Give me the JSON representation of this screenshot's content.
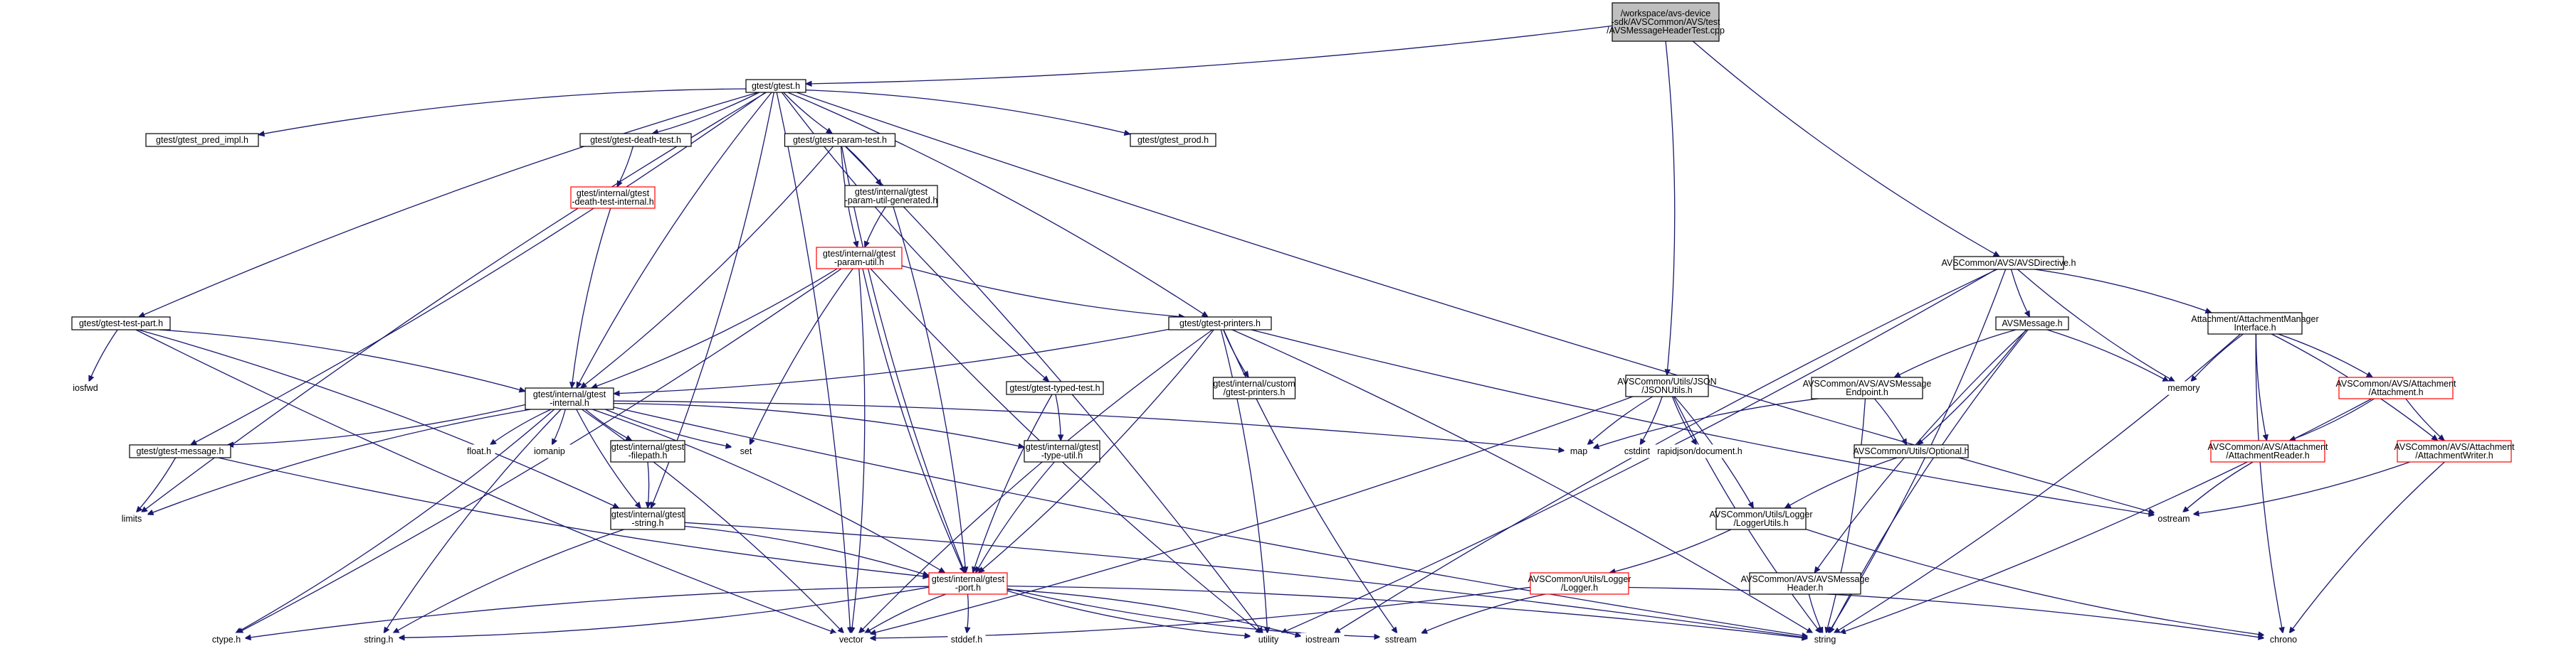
{
  "graph": {
    "root": "n0",
    "colors": {
      "edge": "#191970",
      "highlight_border": "#ff0000",
      "root_fill": "#bfbfbf"
    },
    "nodes": [
      {
        "id": "n0",
        "lines": [
          "/workspace/avs-device",
          "-sdk/AVSCommon/AVS/test",
          "/AVSMessageHeaderTest.cpp"
        ],
        "style": "root"
      },
      {
        "id": "n1",
        "lines": [
          "gtest/gtest.h"
        ],
        "style": "box"
      },
      {
        "id": "n2",
        "lines": [
          "AVSCommon/AVS/AVSDirective.h"
        ],
        "style": "box"
      },
      {
        "id": "n3",
        "lines": [
          "AVSCommon/Utils/JSON",
          "/JSONUtils.h"
        ],
        "style": "box"
      },
      {
        "id": "n4",
        "lines": [
          "gtest/gtest_pred_impl.h"
        ],
        "style": "box"
      },
      {
        "id": "n5",
        "lines": [
          "gtest/gtest-death-test.h"
        ],
        "style": "box"
      },
      {
        "id": "n6",
        "lines": [
          "gtest/gtest-param-test.h"
        ],
        "style": "box"
      },
      {
        "id": "n7",
        "lines": [
          "gtest/gtest_prod.h"
        ],
        "style": "box"
      },
      {
        "id": "n8",
        "lines": [
          "gtest/internal/gtest",
          "-death-test-internal.h"
        ],
        "style": "red"
      },
      {
        "id": "n9",
        "lines": [
          "gtest/internal/gtest",
          "-param-util-generated.h"
        ],
        "style": "box"
      },
      {
        "id": "n10",
        "lines": [
          "gtest/internal/gtest",
          "-param-util.h"
        ],
        "style": "red"
      },
      {
        "id": "n11",
        "lines": [
          "gtest/gtest-test-part.h"
        ],
        "style": "box"
      },
      {
        "id": "n12",
        "lines": [
          "gtest/gtest-printers.h"
        ],
        "style": "box"
      },
      {
        "id": "n13",
        "lines": [
          "gtest/internal/gtest",
          "-internal.h"
        ],
        "style": "box"
      },
      {
        "id": "n14",
        "lines": [
          "gtest/gtest-typed-test.h"
        ],
        "style": "box"
      },
      {
        "id": "n15",
        "lines": [
          "gtest/internal/custom",
          "/gtest-printers.h"
        ],
        "style": "box"
      },
      {
        "id": "n16",
        "lines": [
          "gtest/gtest-message.h"
        ],
        "style": "box"
      },
      {
        "id": "n17",
        "lines": [
          "gtest/internal/gtest",
          "-filepath.h"
        ],
        "style": "box"
      },
      {
        "id": "n18",
        "lines": [
          "gtest/internal/gtest",
          "-type-util.h"
        ],
        "style": "box"
      },
      {
        "id": "n19",
        "lines": [
          "gtest/internal/gtest",
          "-string.h"
        ],
        "style": "box"
      },
      {
        "id": "n20",
        "lines": [
          "gtest/internal/gtest",
          "-port.h"
        ],
        "style": "red"
      },
      {
        "id": "n21",
        "lines": [
          "AVSMessage.h"
        ],
        "style": "box"
      },
      {
        "id": "n22",
        "lines": [
          "Attachment/AttachmentManager",
          "Interface.h"
        ],
        "style": "box"
      },
      {
        "id": "n23",
        "lines": [
          "AVSCommon/AVS/AVSMessage",
          "Endpoint.h"
        ],
        "style": "box"
      },
      {
        "id": "n24",
        "lines": [
          "AVSCommon/Utils/Optional.h"
        ],
        "style": "box"
      },
      {
        "id": "n25",
        "lines": [
          "AVSCommon/Utils/Logger",
          "/LoggerUtils.h"
        ],
        "style": "box"
      },
      {
        "id": "n26",
        "lines": [
          "AVSCommon/Utils/Logger",
          "/Logger.h"
        ],
        "style": "red"
      },
      {
        "id": "n27",
        "lines": [
          "AVSCommon/AVS/AVSMessage",
          "Header.h"
        ],
        "style": "box"
      },
      {
        "id": "n28",
        "lines": [
          "AVSCommon/AVS/Attachment",
          "/Attachment.h"
        ],
        "style": "red"
      },
      {
        "id": "n29",
        "lines": [
          "AVSCommon/AVS/Attachment",
          "/AttachmentReader.h"
        ],
        "style": "red"
      },
      {
        "id": "n30",
        "lines": [
          "AVSCommon/AVS/Attachment",
          "/AttachmentWriter.h"
        ],
        "style": "red"
      },
      {
        "id": "n31",
        "lines": [
          "iosfwd"
        ],
        "style": "plain"
      },
      {
        "id": "n32",
        "lines": [
          "limits"
        ],
        "style": "plain"
      },
      {
        "id": "n33",
        "lines": [
          "float.h"
        ],
        "style": "plain"
      },
      {
        "id": "n34",
        "lines": [
          "iomanip"
        ],
        "style": "plain"
      },
      {
        "id": "n35",
        "lines": [
          "set"
        ],
        "style": "plain"
      },
      {
        "id": "n36",
        "lines": [
          "map"
        ],
        "style": "plain"
      },
      {
        "id": "n37",
        "lines": [
          "cstdint"
        ],
        "style": "plain"
      },
      {
        "id": "n38",
        "lines": [
          "rapidjson/document.h"
        ],
        "style": "plain"
      },
      {
        "id": "n39",
        "lines": [
          "memory"
        ],
        "style": "plain"
      },
      {
        "id": "n40",
        "lines": [
          "ostream"
        ],
        "style": "plain"
      },
      {
        "id": "n41",
        "lines": [
          "ctype.h"
        ],
        "style": "plain"
      },
      {
        "id": "n42",
        "lines": [
          "string.h"
        ],
        "style": "plain"
      },
      {
        "id": "n43",
        "lines": [
          "vector"
        ],
        "style": "plain"
      },
      {
        "id": "n44",
        "lines": [
          "stddef.h"
        ],
        "style": "plain"
      },
      {
        "id": "n45",
        "lines": [
          "utility"
        ],
        "style": "plain"
      },
      {
        "id": "n46",
        "lines": [
          "iostream"
        ],
        "style": "plain"
      },
      {
        "id": "n47",
        "lines": [
          "sstream"
        ],
        "style": "plain"
      },
      {
        "id": "n48",
        "lines": [
          "string"
        ],
        "style": "plain"
      },
      {
        "id": "n49",
        "lines": [
          "chrono"
        ],
        "style": "plain"
      }
    ],
    "edges": [
      [
        "n0",
        "n1"
      ],
      [
        "n0",
        "n2"
      ],
      [
        "n0",
        "n3"
      ],
      [
        "n1",
        "n4"
      ],
      [
        "n1",
        "n5"
      ],
      [
        "n1",
        "n6"
      ],
      [
        "n1",
        "n7"
      ],
      [
        "n1",
        "n11"
      ],
      [
        "n1",
        "n12"
      ],
      [
        "n1",
        "n14"
      ],
      [
        "n1",
        "n16"
      ],
      [
        "n1",
        "n13"
      ],
      [
        "n1",
        "n19"
      ],
      [
        "n1",
        "n32"
      ],
      [
        "n1",
        "n43"
      ],
      [
        "n1",
        "n40"
      ],
      [
        "n5",
        "n8"
      ],
      [
        "n8",
        "n13"
      ],
      [
        "n6",
        "n9"
      ],
      [
        "n6",
        "n10"
      ],
      [
        "n6",
        "n13"
      ],
      [
        "n6",
        "n20"
      ],
      [
        "n6",
        "n45"
      ],
      [
        "n9",
        "n10"
      ],
      [
        "n9",
        "n20"
      ],
      [
        "n10",
        "n12"
      ],
      [
        "n10",
        "n13"
      ],
      [
        "n10",
        "n35"
      ],
      [
        "n10",
        "n43"
      ],
      [
        "n10",
        "n20"
      ],
      [
        "n10",
        "n41"
      ],
      [
        "n10",
        "n45"
      ],
      [
        "n11",
        "n13"
      ],
      [
        "n11",
        "n31"
      ],
      [
        "n11",
        "n19"
      ],
      [
        "n11",
        "n43"
      ],
      [
        "n12",
        "n13"
      ],
      [
        "n12",
        "n15"
      ],
      [
        "n12",
        "n20"
      ],
      [
        "n12",
        "n43"
      ],
      [
        "n12",
        "n45"
      ],
      [
        "n12",
        "n47"
      ],
      [
        "n12",
        "n48"
      ],
      [
        "n12",
        "n40"
      ],
      [
        "n13",
        "n16"
      ],
      [
        "n13",
        "n17"
      ],
      [
        "n13",
        "n18"
      ],
      [
        "n13",
        "n19"
      ],
      [
        "n13",
        "n20"
      ],
      [
        "n13",
        "n33"
      ],
      [
        "n13",
        "n34"
      ],
      [
        "n13",
        "n35"
      ],
      [
        "n13",
        "n36"
      ],
      [
        "n13",
        "n32"
      ],
      [
        "n13",
        "n41"
      ],
      [
        "n13",
        "n42"
      ],
      [
        "n13",
        "n43"
      ],
      [
        "n13",
        "n48"
      ],
      [
        "n14",
        "n18"
      ],
      [
        "n14",
        "n20"
      ],
      [
        "n16",
        "n32"
      ],
      [
        "n16",
        "n20"
      ],
      [
        "n17",
        "n19"
      ],
      [
        "n18",
        "n20"
      ],
      [
        "n19",
        "n20"
      ],
      [
        "n19",
        "n42"
      ],
      [
        "n19",
        "n48"
      ],
      [
        "n20",
        "n41"
      ],
      [
        "n20",
        "n42"
      ],
      [
        "n20",
        "n43"
      ],
      [
        "n20",
        "n44"
      ],
      [
        "n20",
        "n45"
      ],
      [
        "n20",
        "n46"
      ],
      [
        "n20",
        "n47"
      ],
      [
        "n20",
        "n48"
      ],
      [
        "n2",
        "n21"
      ],
      [
        "n2",
        "n22"
      ],
      [
        "n2",
        "n39"
      ],
      [
        "n2",
        "n45"
      ],
      [
        "n2",
        "n46"
      ],
      [
        "n2",
        "n48"
      ],
      [
        "n3",
        "n36"
      ],
      [
        "n3",
        "n37"
      ],
      [
        "n3",
        "n38"
      ],
      [
        "n3",
        "n25"
      ],
      [
        "n3",
        "n48"
      ],
      [
        "n3",
        "n43"
      ],
      [
        "n21",
        "n23"
      ],
      [
        "n21",
        "n24"
      ],
      [
        "n21",
        "n27"
      ],
      [
        "n21",
        "n39"
      ],
      [
        "n21",
        "n48"
      ],
      [
        "n22",
        "n28"
      ],
      [
        "n22",
        "n29"
      ],
      [
        "n22",
        "n30"
      ],
      [
        "n22",
        "n39"
      ],
      [
        "n22",
        "n48"
      ],
      [
        "n22",
        "n49"
      ],
      [
        "n23",
        "n24"
      ],
      [
        "n23",
        "n36"
      ],
      [
        "n23",
        "n48"
      ],
      [
        "n24",
        "n25"
      ],
      [
        "n25",
        "n26"
      ],
      [
        "n25",
        "n49"
      ],
      [
        "n26",
        "n43"
      ],
      [
        "n26",
        "n47"
      ],
      [
        "n26",
        "n49"
      ],
      [
        "n27",
        "n48"
      ],
      [
        "n28",
        "n29"
      ],
      [
        "n28",
        "n30"
      ],
      [
        "n28",
        "n48"
      ],
      [
        "n29",
        "n40"
      ],
      [
        "n30",
        "n40"
      ],
      [
        "n30",
        "n49"
      ]
    ]
  }
}
